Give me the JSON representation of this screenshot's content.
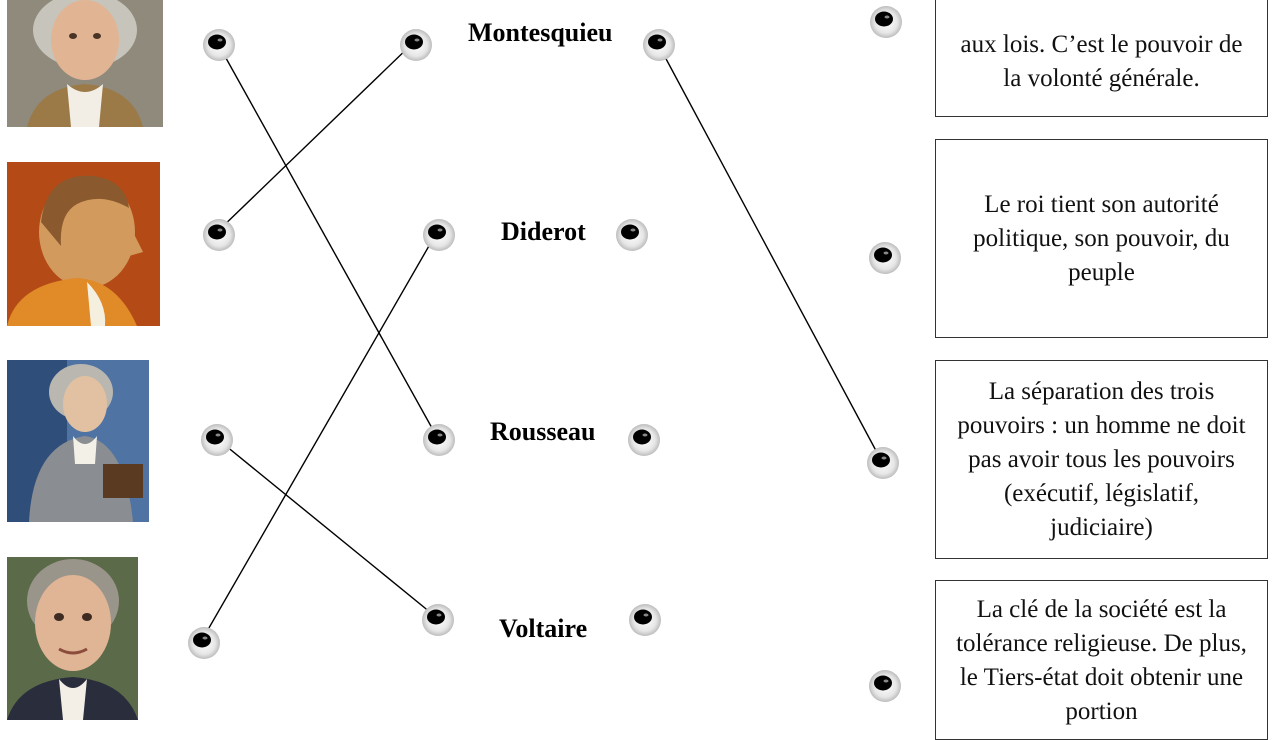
{
  "philosophers": {
    "montesquieu": "Montesquieu",
    "diderot": "Diderot",
    "rousseau": "Rousseau",
    "voltaire": "Voltaire"
  },
  "definitions": {
    "volonte_generale": "aux lois. C’est le pouvoir de la volonté générale.",
    "autorite_peuple": "Le roi tient son autorité politique, son pouvoir, du peuple",
    "separation_pouvoirs": "La séparation des trois pouvoirs : un homme ne doit pas avoir tous les pouvoirs (exécutif, législatif, judiciaire)",
    "tolerance": "La clé de la société est la tolérance religieuse. De plus, le Tiers-état doit obtenir une portion"
  },
  "connections": [
    {
      "from": "portrait-rousseau",
      "to": "name-rousseau"
    },
    {
      "from": "portrait-montesquieu",
      "to": "name-montesquieu"
    },
    {
      "from": "portrait-voltaire",
      "to": "name-voltaire"
    },
    {
      "from": "portrait-diderot",
      "to": "name-diderot"
    },
    {
      "from": "name-montesquieu",
      "to": "definition-separation-pouvoirs"
    }
  ]
}
